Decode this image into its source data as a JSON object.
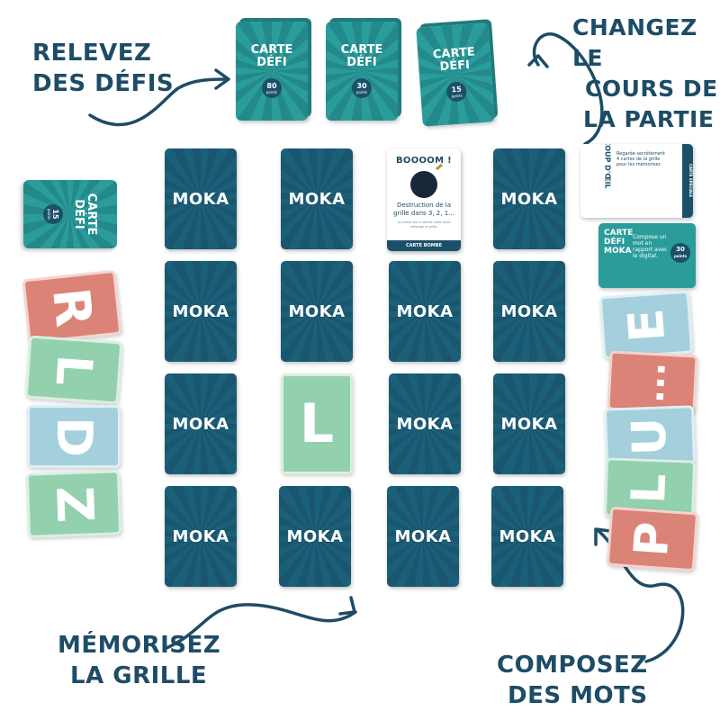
{
  "headings": {
    "relevez": [
      "RELEVEZ",
      "DES DÉFIS"
    ],
    "changez": [
      "CHANGEZ LE",
      "COURS DE",
      "LA PARTIE"
    ],
    "memorisez": [
      "MÉMORISEZ",
      "LA GRILLE"
    ],
    "composez": [
      "COMPOSEZ",
      "DES MOTS"
    ]
  },
  "defi_decks": [
    {
      "title": "CARTE DÉFI",
      "points": "80",
      "unit": "points"
    },
    {
      "title": "CARTE DÉFI",
      "points": "30",
      "unit": "points"
    },
    {
      "title": "CARTE DÉFI",
      "points": "15",
      "unit": "points"
    }
  ],
  "side_defi": {
    "title": "CARTE DÉFI",
    "points": "15",
    "unit": "points"
  },
  "moka_label": "MOKA",
  "grid_center_letter": "L",
  "bomb_card": {
    "title": "BOOOOM !",
    "text": "Destruction de la grille dans 3, 2, 1...",
    "small": "Le joueur qui a pioché cette carte mélange la grille.",
    "footer": "CARTE BOMBE"
  },
  "coup_card": {
    "title": "COUP D'ŒIL",
    "text": "Regarde secrètement 4 cartes de la grille pour les mémoriser.",
    "footer": "CARTE SPÉCIALE"
  },
  "moka_defi_card": {
    "title": "CARTE DÉFI MOKA",
    "text": "Compose un mot en rapport avec le digital.",
    "points": "30",
    "unit": "points"
  },
  "left_letters": [
    "R",
    "L",
    "D",
    "Z"
  ],
  "right_letters": [
    "E",
    "...",
    "U",
    "L",
    "P"
  ],
  "colors": {
    "navy": "#1d4c66",
    "teal": "#2a9d9b",
    "red": "#dc8377",
    "green": "#93d0ad",
    "blue": "#a4d0dd"
  }
}
